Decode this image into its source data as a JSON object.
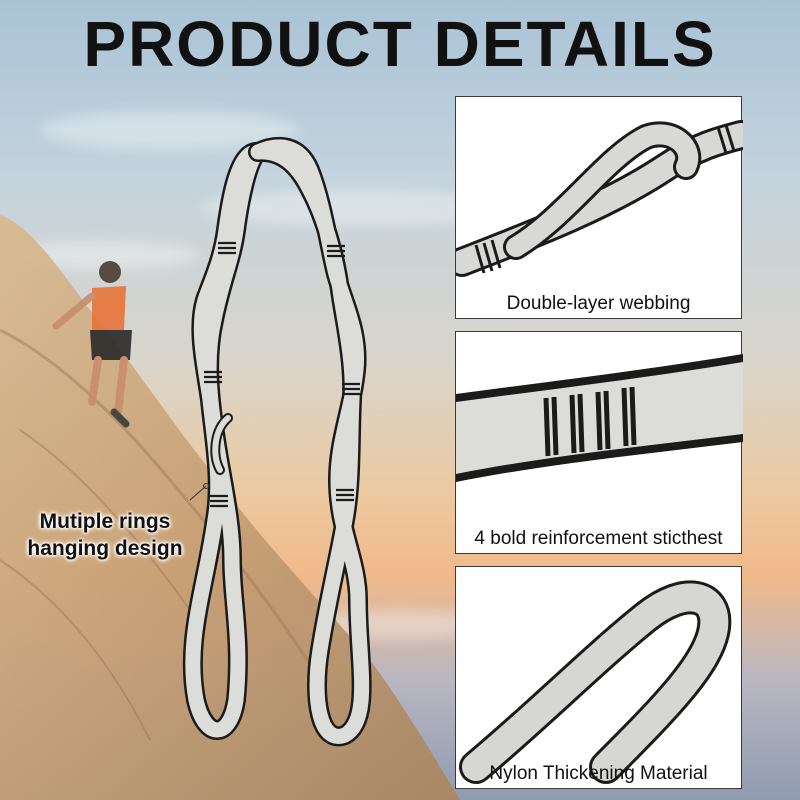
{
  "title": "PRODUCT DETAILS",
  "callout": {
    "line1": "Mutiple rings",
    "line2": "hanging design"
  },
  "panels": [
    {
      "caption": "Double-layer webbing",
      "icon": "webbing-loop-closeup"
    },
    {
      "caption": "4 bold reinforcement sticthest",
      "icon": "stitch-bar-closeup"
    },
    {
      "caption": "Nylon Thickening Material",
      "icon": "strap-curve-closeup"
    }
  ],
  "colors": {
    "strap": "#dcdcd8",
    "strap_edge": "#1b1b1b",
    "rock": "#c9a680",
    "climber_shirt": "#e8743a"
  }
}
